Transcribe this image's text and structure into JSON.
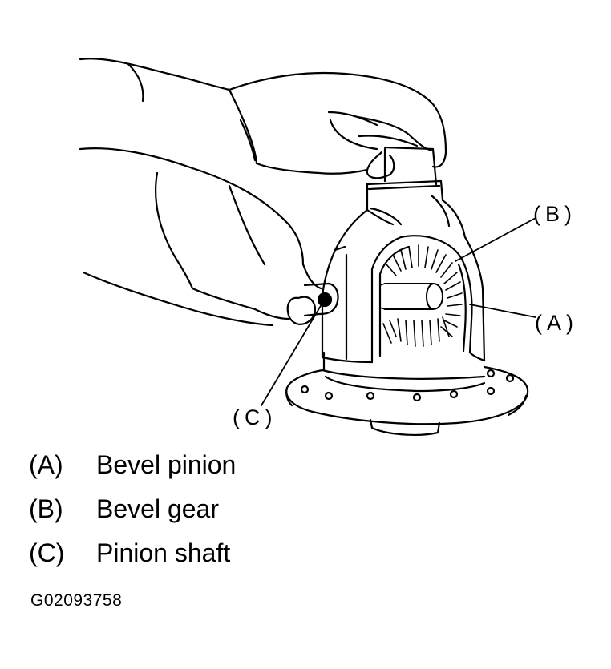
{
  "callouts": {
    "b": "(B)",
    "a": "(A)",
    "c": "(C)"
  },
  "legend": [
    {
      "key": "(A)",
      "label": "Bevel pinion"
    },
    {
      "key": "(B)",
      "label": "Bevel gear"
    },
    {
      "key": "(C)",
      "label": "Pinion shaft"
    }
  ],
  "figure_code": "G02093758",
  "colors": {
    "ink": "#000000",
    "paper": "#ffffff"
  }
}
